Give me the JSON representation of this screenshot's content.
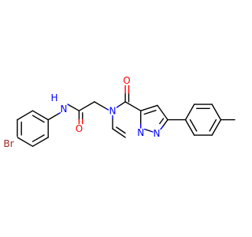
{
  "colors": {
    "bond": "#000000",
    "oxygen": "#ff0000",
    "nitrogen": "#0000ff",
    "bromine": "#a52a2a",
    "background": "#ffffff"
  },
  "labels": {
    "bromine": "Br",
    "amide_nh": "N",
    "amide_h": "H",
    "amide_o": "O",
    "ring_n5": "N",
    "ketone_o": "O",
    "ring_n1": "N",
    "ring_n7a": "N"
  }
}
